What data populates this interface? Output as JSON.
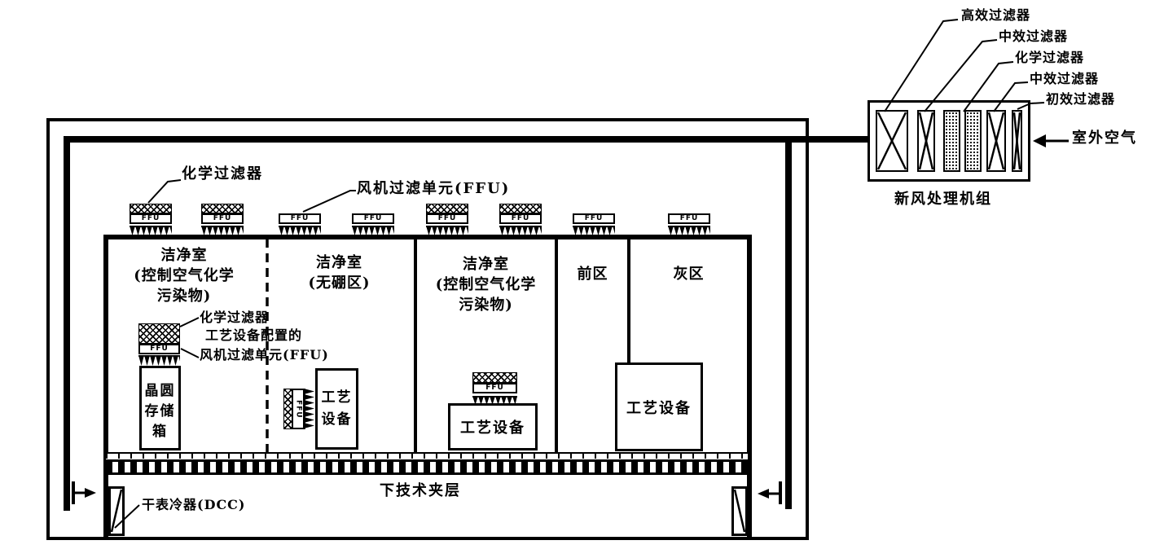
{
  "diagram": {
    "colors": {
      "line": "#000000",
      "background": "#ffffff"
    },
    "fresh_air_unit": {
      "caption": "新风处理机组",
      "outdoor_air_label": "室外空气",
      "filter_labels": [
        "高效过滤器",
        "中效过滤器",
        "化学过滤器",
        "中效过滤器",
        "初效过滤器"
      ]
    },
    "ceiling_annotations": {
      "chemical_filter_label": "化学过滤器",
      "ffu_label_full": "风机过滤单元(FFU)"
    },
    "rooms": [
      {
        "line1": "洁净室",
        "line2": "(控制空气化学",
        "line3": "污染物)"
      },
      {
        "line1": "洁净室",
        "line2": "(无硼区)"
      },
      {
        "line1": "洁净室",
        "line2": "(控制空气化学",
        "line3": "污染物)"
      },
      {
        "line1": "前区"
      },
      {
        "line1": "灰区"
      }
    ],
    "ffu_unit_label": "FFU",
    "tool_ffu_annotation": {
      "chemical_filter_label": "化学过滤器",
      "line1": "工艺设备配置的",
      "line2": "风机过滤单元(FFU)"
    },
    "equipment": {
      "wafer_box_line1": "晶圆",
      "wafer_box_line2": "存储",
      "wafer_box_line3": "箱",
      "process_eq_line1": "工艺",
      "process_eq_line2": "设备",
      "process_eq": "工艺设备"
    },
    "lower_plenum_label": "下技术夹层",
    "dcc_label": "干表冷器(DCC)"
  }
}
